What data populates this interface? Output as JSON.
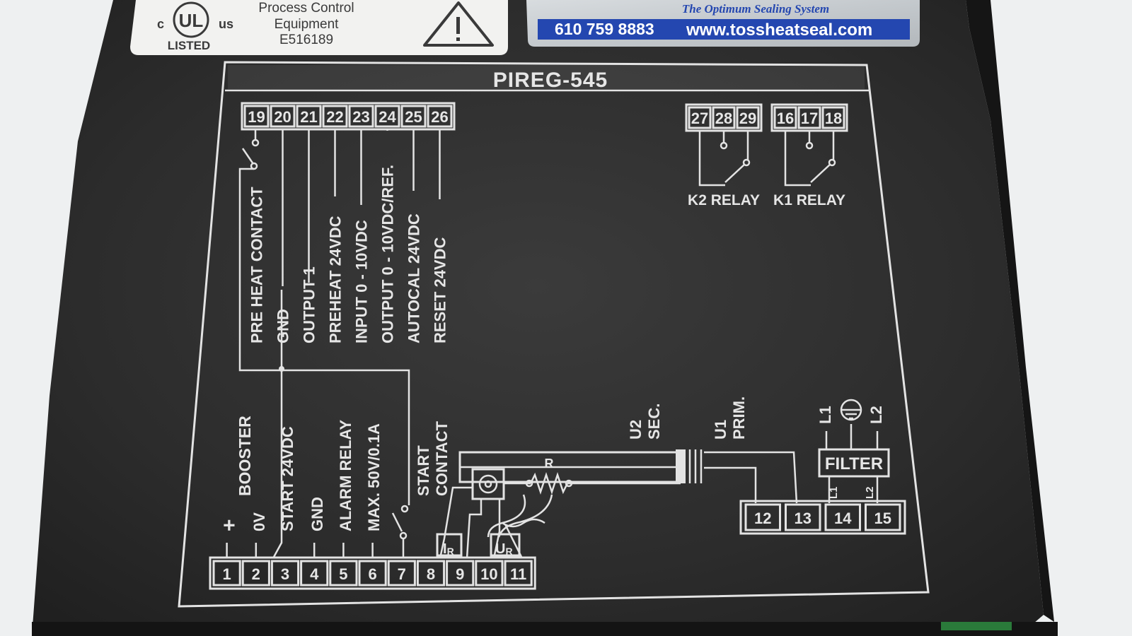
{
  "ul_sticker": {
    "c_mark": "c",
    "ul_mark": "UL",
    "us_mark": "us",
    "listed": "LISTED",
    "line1": "Process Control",
    "line2": "Equipment",
    "line3": "E516189",
    "warning_icon": "warning-triangle-icon"
  },
  "brand_sticker": {
    "tagline": "The Optimum Sealing System",
    "phone": "610 759 8883",
    "website": "www.tossheatseal.com",
    "band_color": "#2447b0"
  },
  "panel": {
    "title": "PIREG-545",
    "top_terminals": [
      "19",
      "20",
      "21",
      "22",
      "23",
      "24",
      "25",
      "26"
    ],
    "top_labels": [
      "PRE HEAT CONTACT",
      "GND",
      "OUTPUT 1",
      "PREHEAT 24VDC",
      "INPUT 0 - 10VDC",
      "OUTPUT 0 - 10VDC/REF.",
      "AUTOCAL 24VDC",
      "RESET 24VDC"
    ],
    "relay_k2_terminals": [
      "27",
      "28",
      "29"
    ],
    "relay_k1_terminals": [
      "16",
      "17",
      "18"
    ],
    "relay_k2_label": "K2 RELAY",
    "relay_k1_label": "K1 RELAY",
    "bottom_terminals": [
      "1",
      "2",
      "3",
      "4",
      "5",
      "6",
      "7",
      "8",
      "9",
      "10",
      "11"
    ],
    "bottom_labels": [
      "+",
      "BOOSTER",
      "0V",
      "START 24VDC",
      "GND",
      "ALARM RELAY",
      "MAX. 50V/0.1A",
      "START",
      "CONTACT"
    ],
    "right_terminals": [
      "12",
      "13",
      "14",
      "15"
    ],
    "u2_label": [
      "U2",
      "SEC."
    ],
    "u1_label": [
      "U1",
      "PRIM."
    ],
    "filter_label": "FILTER",
    "l1_label": "L1",
    "l2_label": "L2",
    "small_l1": "L1",
    "small_l2": "L2",
    "resistor_label": "R",
    "ir_label": "I",
    "ir_sub": "R",
    "ur_label": "U",
    "ur_sub": "R",
    "earth_icon": "ground-icon"
  }
}
